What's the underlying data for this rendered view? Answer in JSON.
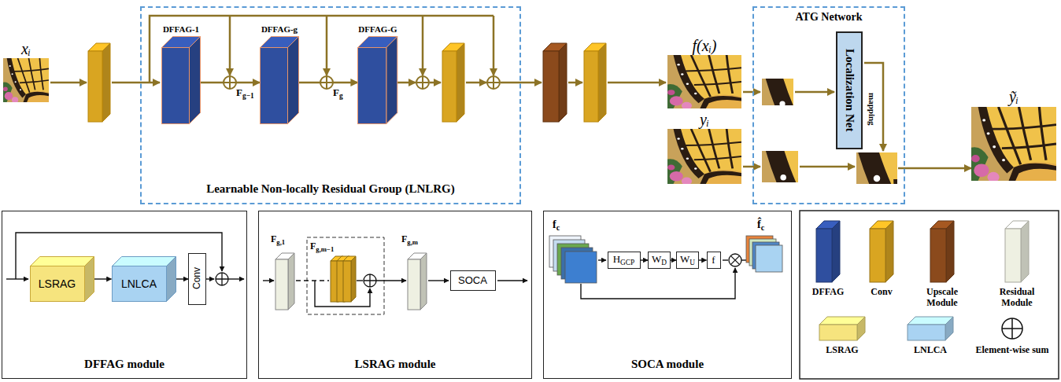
{
  "diagram": {
    "nodes": [
      {
        "text": [
          "xᵢ"
        ]
      },
      {
        "text": [
          "Learnable Non-locally Residual Group (LNLRG)"
        ]
      },
      {
        "text": [
          "DFFAG-1"
        ],
        "in": 1
      },
      {
        "text": [
          "DFFAG-g"
        ],
        "in": 1
      },
      {
        "text": [
          "DFFAG-G"
        ],
        "in": 1
      },
      {
        "text": [
          "f(xᵢ)"
        ]
      },
      {
        "text": [
          "yᵢ"
        ]
      },
      {
        "text": [
          "ATG Network"
        ]
      },
      {
        "text": [
          "Localization Net"
        ],
        "in": 7
      },
      {
        "text": [
          "ỹᵢ"
        ]
      },
      {
        "text": [
          "DFFAG module"
        ]
      },
      {
        "text": [
          "LSRAG"
        ],
        "in": 10
      },
      {
        "text": [
          "LNLCA"
        ],
        "in": 10
      },
      {
        "text": [
          "Conv"
        ],
        "in": 10
      },
      {
        "text": [
          "LSRAG module"
        ]
      },
      {
        "text": [
          "SOCA"
        ],
        "in": 14
      },
      {
        "text": [
          "SOCA module"
        ]
      },
      {
        "text": [
          "HGCP"
        ],
        "in": 16
      },
      {
        "text": [
          "WD"
        ],
        "in": 16
      },
      {
        "text": [
          "WU"
        ],
        "in": 16
      },
      {
        "text": [
          "f"
        ],
        "in": 16
      }
    ],
    "edges": [
      {
        "from": 2,
        "to": 3,
        "arrow": "to"
      },
      {
        "from": 3,
        "to": 4,
        "arrow": "to"
      },
      {
        "from": 7,
        "to": 9,
        "arrow": "to"
      },
      {
        "from": 11,
        "to": 12,
        "arrow": "to"
      },
      {
        "from": 12,
        "to": 13,
        "arrow": "to"
      },
      {
        "from": 17,
        "to": 18,
        "arrow": "to"
      },
      {
        "from": 18,
        "to": 19,
        "arrow": "to"
      },
      {
        "from": 19,
        "to": 20,
        "arrow": "to"
      }
    ],
    "labels": [
      "Fg−1",
      "Fg",
      "mapping",
      "Fg,1",
      "Fg,m−1",
      "Fg,m",
      "fc",
      "f̂c"
    ],
    "legend": [
      {
        "text": "DFFAG",
        "color": "#2f4f9f"
      },
      {
        "text": "Conv",
        "color": "#d9a521"
      },
      {
        "text": "Upscale Module",
        "color": "#8b4a1c"
      },
      {
        "text": "Residual Module",
        "color": "#eef0e2"
      },
      {
        "text": "LSRAG",
        "color": "#f6e47e"
      },
      {
        "text": "LNLCA",
        "color": "#a9d3f2"
      },
      {
        "text": "Element-wise sum"
      }
    ]
  }
}
